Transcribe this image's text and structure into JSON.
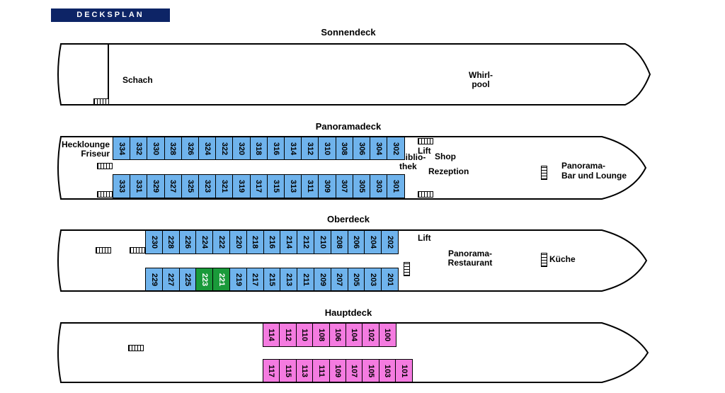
{
  "header": {
    "title": "DECKSPLAN"
  },
  "colors": {
    "banner": "#0d2466",
    "cabin_blue": "#6fb3ec",
    "cabin_green": "#1a9a3a",
    "cabin_pink": "#f47be0",
    "outline": "#000000"
  },
  "decks": {
    "sonnendeck": {
      "title": "Sonnendeck",
      "labels": {
        "schach": "Schach",
        "whirl": "Whirl-",
        "pool": "pool"
      }
    },
    "panoramadeck": {
      "title": "Panoramadeck",
      "labels": {
        "hecklounge": "Hecklounge",
        "friseur": "Friseur",
        "biblio": "Biblio-",
        "thek": "thek",
        "lift": "Lift",
        "shop": "Shop",
        "rezeption": "Rezeption",
        "panorama": "Panorama-",
        "bar_lounge": "Bar und Lounge"
      },
      "cabins_top": [
        "334",
        "332",
        "330",
        "328",
        "326",
        "324",
        "322",
        "320",
        "318",
        "316",
        "314",
        "312",
        "310",
        "308",
        "306",
        "304",
        "302"
      ],
      "cabins_bottom": [
        "333",
        "331",
        "329",
        "327",
        "325",
        "323",
        "321",
        "319",
        "317",
        "315",
        "313",
        "311",
        "309",
        "307",
        "305",
        "303",
        "301"
      ]
    },
    "oberdeck": {
      "title": "Oberdeck",
      "labels": {
        "lift": "Lift",
        "panorama": "Panorama-",
        "restaurant": "Restaurant",
        "kueche": "Küche"
      },
      "cabins_top": [
        "230",
        "228",
        "226",
        "224",
        "222",
        "220",
        "218",
        "216",
        "214",
        "212",
        "210",
        "208",
        "206",
        "204",
        "202"
      ],
      "cabins_bottom": [
        "229",
        "227",
        "225",
        "223",
        "221",
        "219",
        "217",
        "215",
        "213",
        "211",
        "209",
        "207",
        "205",
        "203",
        "201"
      ],
      "highlighted": [
        "223",
        "221"
      ]
    },
    "hauptdeck": {
      "title": "Hauptdeck",
      "cabins_top": [
        "114",
        "112",
        "110",
        "108",
        "106",
        "104",
        "102",
        "100"
      ],
      "cabins_bottom": [
        "117",
        "115",
        "113",
        "111",
        "109",
        "107",
        "105",
        "103",
        "101"
      ]
    }
  }
}
